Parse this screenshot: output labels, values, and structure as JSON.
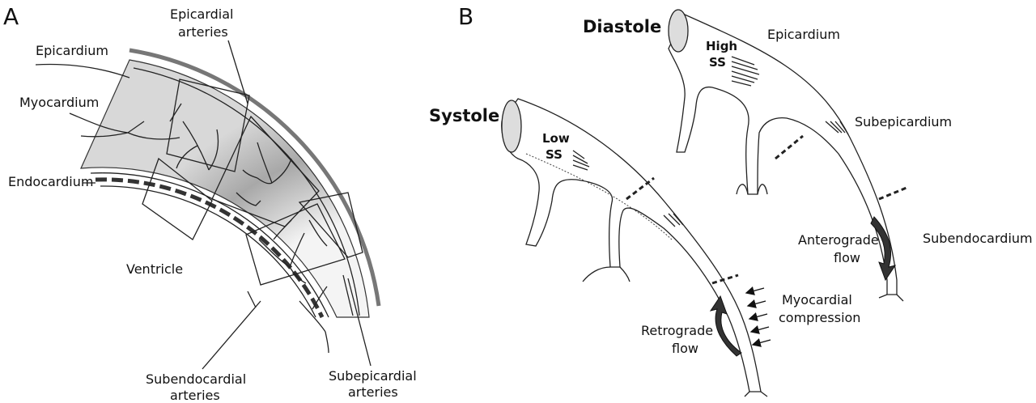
{
  "panel_a": {
    "letter": "A",
    "labels": {
      "epicardium": "Epicardium",
      "epicardial_arteries_1": "Epicardial",
      "epicardial_arteries_2": "arteries",
      "myocardium": "Myocardium",
      "endocardium": "Endocardium",
      "ventricle": "Ventricle",
      "subendocardial_arteries_1": "Subendocardial",
      "subendocardial_arteries_2": "arteries",
      "subepicardial_arteries_1": "Subepicardial",
      "subepicardial_arteries_2": "arteries"
    }
  },
  "panel_b": {
    "letter": "B",
    "diastole": {
      "title": "Diastole",
      "ss_1": "High",
      "ss_2": "SS",
      "epicardium": "Epicardium",
      "subepicardium": "Subepicardium",
      "subendocardium": "Subendocardium",
      "flow_1": "Anterograde",
      "flow_2": "flow"
    },
    "systole": {
      "title": "Systole",
      "ss_1": "Low",
      "ss_2": "SS",
      "compression_1": "Myocardial",
      "compression_2": "compression",
      "flow_1": "Retrograde",
      "flow_2": "flow"
    }
  }
}
